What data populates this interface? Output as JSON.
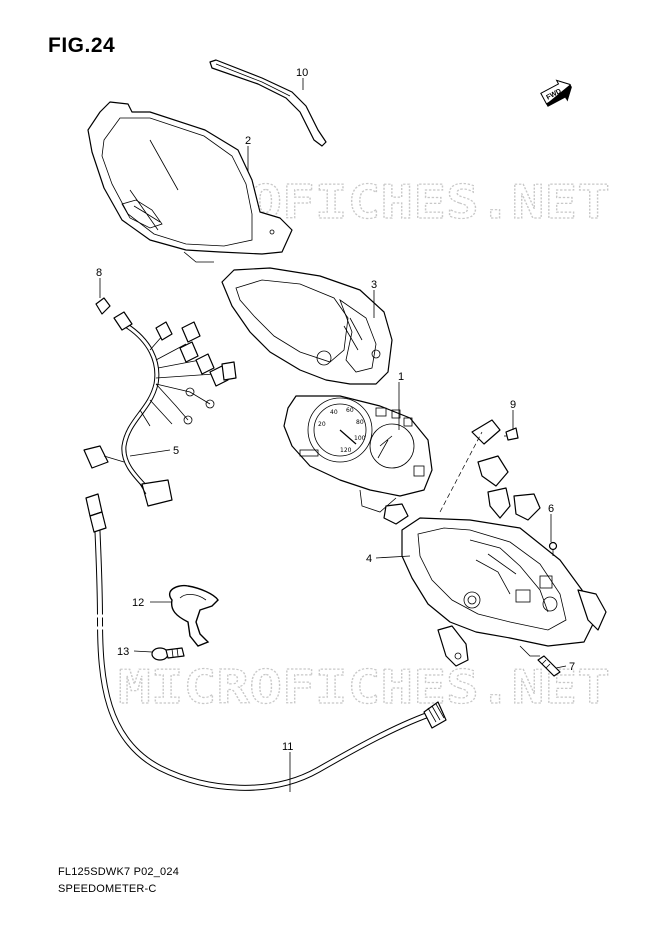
{
  "figure": {
    "title": "FIG.24"
  },
  "fwd_label": "FWD",
  "watermark": "MICROFICHES.NET",
  "callouts": [
    {
      "id": "p1",
      "number": "1"
    },
    {
      "id": "p2",
      "number": "2"
    },
    {
      "id": "p3",
      "number": "3"
    },
    {
      "id": "p4",
      "number": "4"
    },
    {
      "id": "p5",
      "number": "5"
    },
    {
      "id": "p6",
      "number": "6"
    },
    {
      "id": "p7",
      "number": "7"
    },
    {
      "id": "p8",
      "number": "8"
    },
    {
      "id": "p9",
      "number": "9"
    },
    {
      "id": "p10",
      "number": "10"
    },
    {
      "id": "p11",
      "number": "11"
    },
    {
      "id": "p12",
      "number": "12"
    },
    {
      "id": "p13",
      "number": "13"
    }
  ],
  "footer": {
    "code": "FL125SDWK7 P02_024",
    "name": "SPEEDOMETER-C"
  }
}
